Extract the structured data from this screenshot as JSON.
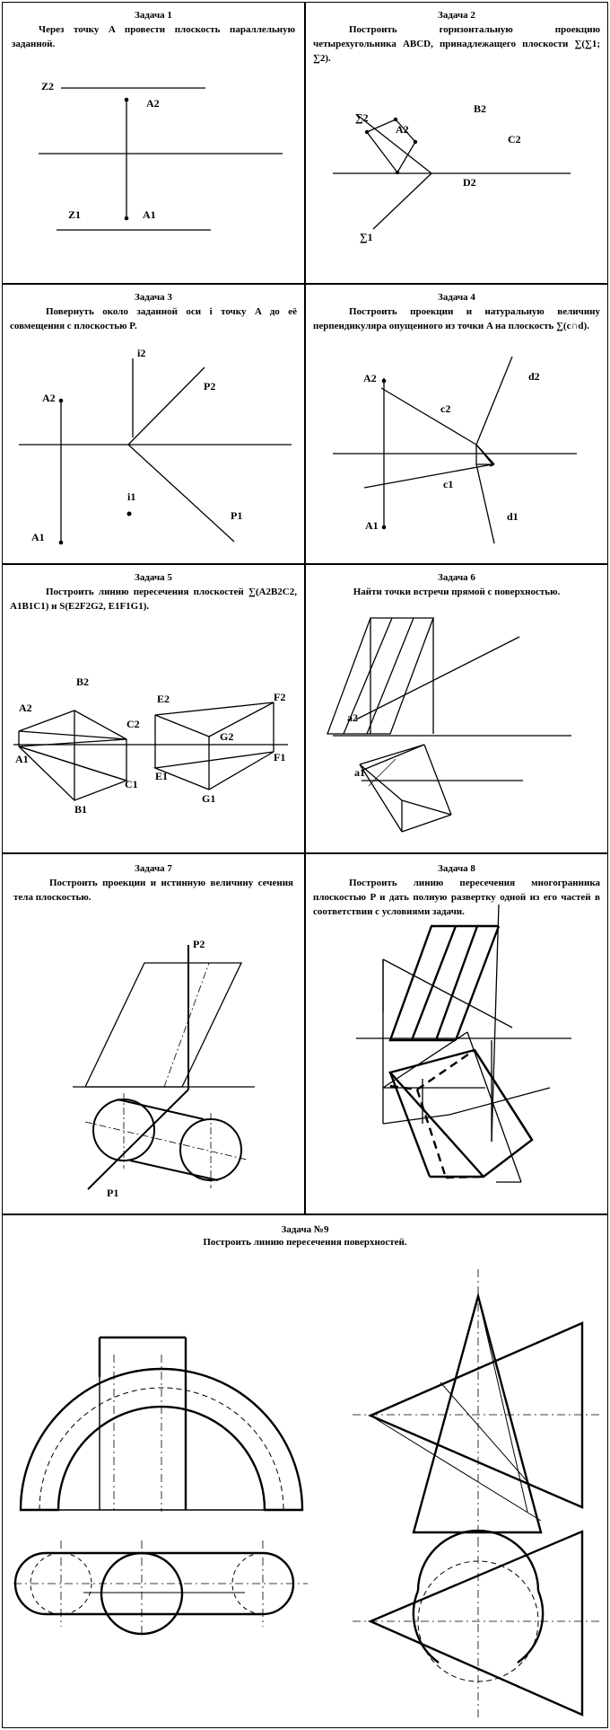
{
  "tasks": [
    {
      "title": "Задача 1",
      "text": "Через точку A провести плоскость параллельную заданной.",
      "labels": {
        "z2": "Z2",
        "a2": "A2",
        "z1": "Z1",
        "a1": "A1"
      }
    },
    {
      "title": "Задача 2",
      "text": "Построить горизонтальную проекцию четырехугольника ABCD, принадлежащего плоскости ∑(∑1; ∑2).",
      "labels": {
        "s2": "∑2",
        "a2": "A2",
        "b2": "B2",
        "c2": "C2",
        "d2": "D2",
        "s1": "∑1"
      }
    },
    {
      "title": "Задача 3",
      "text": "Повернуть около заданной оси i точку A до её совмещения с плоскостью P.",
      "labels": {
        "i2": "i2",
        "a2": "A2",
        "p2": "P2",
        "i1": "i1",
        "a1": "A1",
        "p1": "P1"
      }
    },
    {
      "title": "Задача 4",
      "text": "Построить проекции и натуральную величину перпендикуляра опущенного из точки A на плоскость ∑(c∩d).",
      "labels": {
        "a2": "A2",
        "d2": "d2",
        "c2": "c2",
        "c1": "c1",
        "d1": "d1",
        "a1": "A1"
      }
    },
    {
      "title": "Задача 5",
      "text": "Построить линию пересечения плоскостей ∑(A2B2C2, A1B1C1) и S(E2F2G2, E1F1G1).",
      "labels": {
        "b2": "B2",
        "a2": "A2",
        "c2": "C2",
        "a1": "A1",
        "c1": "C1",
        "b1": "B1",
        "e2": "E2",
        "f2": "F2",
        "g2": "G2",
        "f1": "F1",
        "e1": "E1",
        "g1": "G1"
      }
    },
    {
      "title": "Задача 6",
      "text": "Найти точки встречи прямой с поверхностью.",
      "labels": {
        "a2": "a2",
        "a1": "a1"
      }
    },
    {
      "title": "Задача 7",
      "text": "Построить проекции и истинную величину сечения тела плоскостью.",
      "labels": {
        "p2": "P2",
        "p1": "P1"
      }
    },
    {
      "title": "Задача 8",
      "text": "Построить линию пересечения многогранника плоскостью P и дать полную развертку одной из его частей в соответствии с условиями задачи."
    },
    {
      "title": "Задача №9",
      "text": "Построить линию пересечения поверхностей."
    }
  ]
}
